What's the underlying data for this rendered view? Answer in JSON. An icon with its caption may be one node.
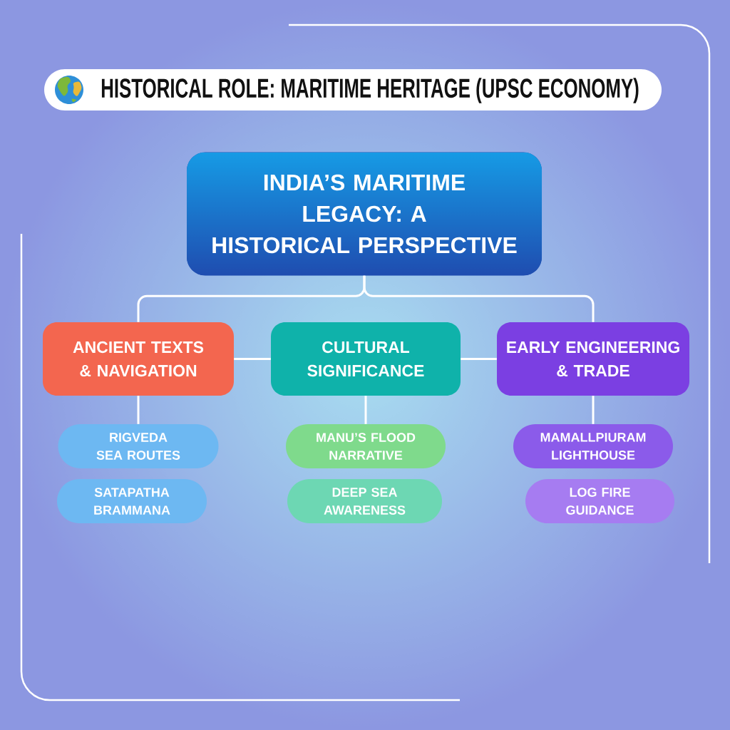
{
  "diagram": {
    "title": "HISTORICAL ROLE: MARITIME HERITAGE (UPSC ECONOMY)",
    "nodes": [
      {
        "text": [
          "INDIA’S MARITIME LEGACY: A HISTORICAL PERSPECTIVE"
        ]
      },
      {
        "text": [
          "ANCIENT TEXTS & NAVIGATION"
        ]
      },
      {
        "text": [
          "CULTURAL SIGNIFICANCE"
        ]
      },
      {
        "text": [
          "EARLY ENGINEERING & TRADE"
        ]
      },
      {
        "text": [
          "RIGVEDA SEA ROUTES"
        ]
      },
      {
        "text": [
          "SATAPATHA BRAMMANA"
        ]
      },
      {
        "text": [
          "MANU’S FLOOD NARRATIVE"
        ]
      },
      {
        "text": [
          "DEEP SEA AWARENESS"
        ]
      },
      {
        "text": [
          "MAMALLPIURAM LIGHTHOUSE"
        ]
      },
      {
        "text": [
          "LOG FIRE GUIDANCE"
        ]
      }
    ],
    "edges": [
      {
        "from": 0,
        "to": 1,
        "arrow": "none"
      },
      {
        "from": 0,
        "to": 3,
        "arrow": "none"
      },
      {
        "from": 1,
        "to": 2,
        "arrow": "none"
      },
      {
        "from": 2,
        "to": 3,
        "arrow": "none"
      },
      {
        "from": 1,
        "to": 4,
        "arrow": "none"
      },
      {
        "from": 2,
        "to": 6,
        "arrow": "none"
      },
      {
        "from": 3,
        "to": 8,
        "arrow": "none"
      }
    ]
  }
}
